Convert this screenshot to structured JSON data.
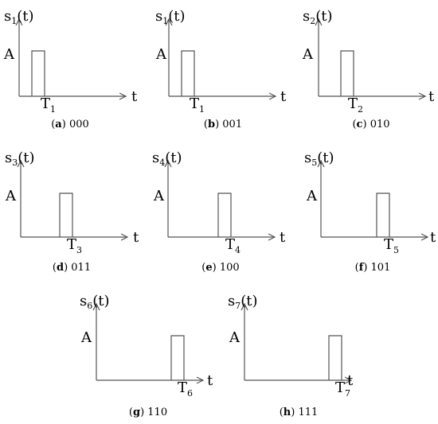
{
  "amplitude_label": "A",
  "time_label": "t",
  "panels": [
    {
      "signal_base": "s",
      "signal_sub": "1",
      "signal_suffix": "(t)",
      "time_base": "T",
      "time_sub": "1",
      "caption_letter": "a",
      "caption_code": "000"
    },
    {
      "signal_base": "s",
      "signal_sub": "1",
      "signal_suffix": "(t)",
      "time_base": "T",
      "time_sub": "1",
      "caption_letter": "b",
      "caption_code": "001"
    },
    {
      "signal_base": "s",
      "signal_sub": "2",
      "signal_suffix": "(t)",
      "time_base": "T",
      "time_sub": "2",
      "caption_letter": "c",
      "caption_code": "010"
    },
    {
      "signal_base": "s",
      "signal_sub": "3",
      "signal_suffix": "(t)",
      "time_base": "T",
      "time_sub": "3",
      "caption_letter": "d",
      "caption_code": "011"
    },
    {
      "signal_base": "s",
      "signal_sub": "4",
      "signal_suffix": "(t)",
      "time_base": "T",
      "time_sub": "4",
      "caption_letter": "e",
      "caption_code": "100"
    },
    {
      "signal_base": "s",
      "signal_sub": "5",
      "signal_suffix": "(t)",
      "time_base": "T",
      "time_sub": "5",
      "caption_letter": "f",
      "caption_code": "101"
    },
    {
      "signal_base": "s",
      "signal_sub": "6",
      "signal_suffix": "(t)",
      "time_base": "T",
      "time_sub": "6",
      "caption_letter": "g",
      "caption_code": "110"
    },
    {
      "signal_base": "s",
      "signal_sub": "7",
      "signal_suffix": "(t)",
      "time_base": "T",
      "time_sub": "7",
      "caption_letter": "h",
      "caption_code": "111"
    }
  ]
}
